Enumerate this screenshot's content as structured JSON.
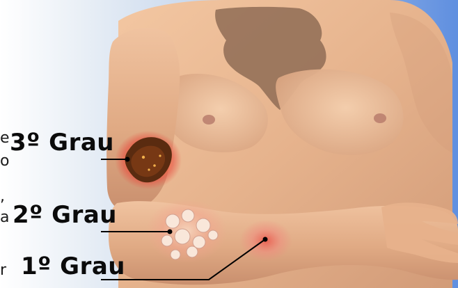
{
  "labels": {
    "third_degree": "3º Grau",
    "second_degree": "2º Grau",
    "first_degree": "1º Grau"
  },
  "left_edge_text": [
    "e",
    "o",
    ",",
    "a",
    "r"
  ],
  "colors": {
    "skin": "#e7b48d",
    "skin_shadow": "#c98f6e",
    "background_blue": "#6f9de6",
    "third_degree_burn": "#5a2b10",
    "inflamed_red": "#d7442f",
    "label_text": "#0b0b0b"
  }
}
